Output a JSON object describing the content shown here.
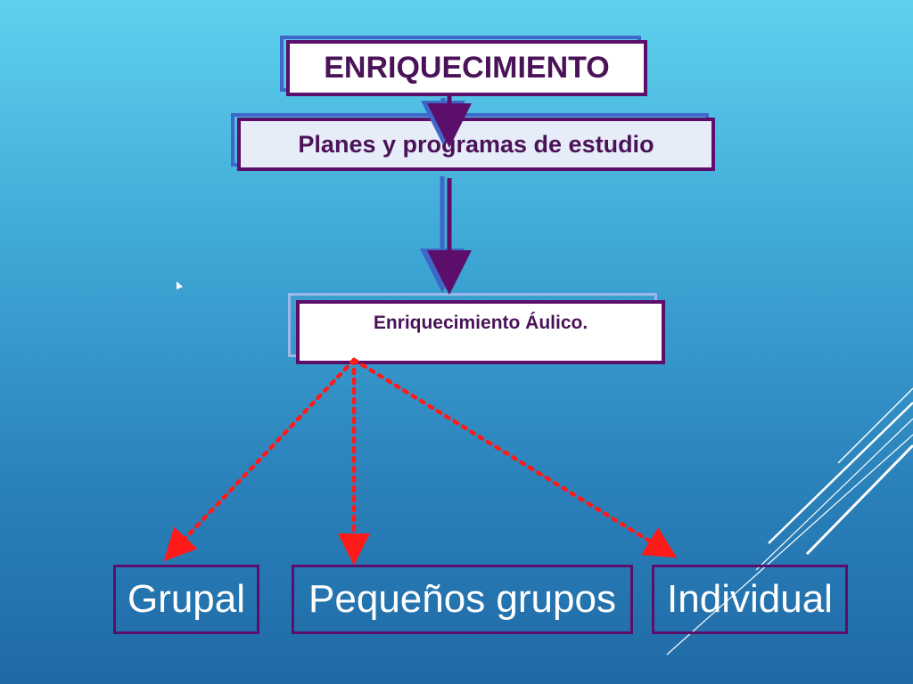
{
  "diagram": {
    "root": "ENRIQUECIMIENTO",
    "level2": "Planes y programas de estudio",
    "level3": "Enriquecimiento Áulico.",
    "children": [
      "Grupal",
      "Pequeños grupos",
      "Individual"
    ]
  },
  "colors": {
    "box_border": "#5b0f6b",
    "box_text": "#4a1358",
    "dotted_arrows": "#ff1a1a",
    "solid_arrows": "#5b0f6b",
    "leaf_text": "#ffffff"
  }
}
